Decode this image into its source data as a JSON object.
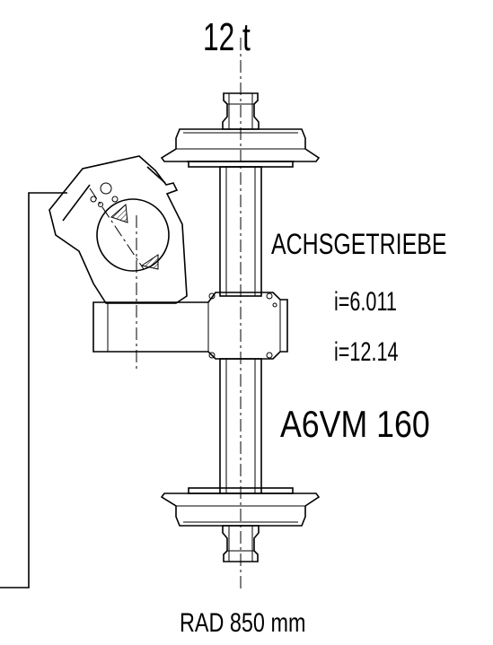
{
  "labels": {
    "axle_load": "12 t",
    "axle_gearbox": "ACHSGETRIEBE",
    "ratio_1": "i=6.011",
    "ratio_2": "i=12.14",
    "motor": "A6VM 160",
    "wheel": "RAD 850 mm"
  },
  "colors": {
    "line": "#000000",
    "background": "#ffffff"
  }
}
